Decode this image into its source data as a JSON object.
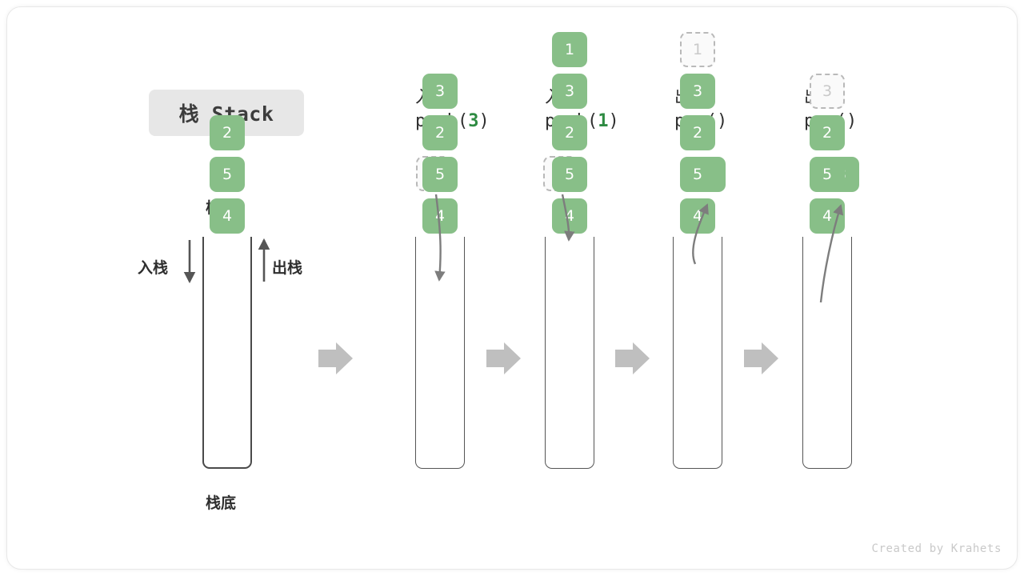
{
  "title": {
    "label": "栈 Stack"
  },
  "legend": {
    "top_label": "栈顶",
    "bottom_label": "栈底",
    "push_label": "入栈",
    "pop_label": "出栈"
  },
  "watermark": {
    "text": "Created by Krahets"
  },
  "colors": {
    "cell_green": "#88bf88",
    "accent_green": "#2e8b42",
    "ghost_border": "#b9b9b9",
    "ghost_text": "#c9c9c9",
    "container_stroke": "#4a4a4a",
    "flow_arrow": "#bfbfbf",
    "title_chip_bg": "#e7e7e7",
    "text": "#2e2e2e"
  },
  "columns": [
    {
      "id": "initial",
      "header_cn": "",
      "header_code": "",
      "header_arg": "",
      "stack": [
        "4",
        "5",
        "2"
      ],
      "ghost_in_stack": null,
      "float_box": null
    },
    {
      "id": "push-3",
      "header_cn": "入栈",
      "header_code_prefix": "push(",
      "header_arg": "3",
      "header_code_suffix": ")",
      "stack": [
        "4",
        "5",
        "2",
        "3"
      ],
      "ghost_in_stack": null,
      "float_box": {
        "value": "3",
        "style": "ghost"
      },
      "arrow": "down-into-stack"
    },
    {
      "id": "push-1",
      "header_cn": "入栈",
      "header_code_prefix": "push(",
      "header_arg": "1",
      "header_code_suffix": ")",
      "stack": [
        "4",
        "5",
        "2",
        "3",
        "1"
      ],
      "ghost_in_stack": null,
      "float_box": {
        "value": "1",
        "style": "ghost"
      },
      "arrow": "down-into-stack"
    },
    {
      "id": "pop-1",
      "header_cn": "出栈",
      "header_code_prefix": "pop(",
      "header_arg": "",
      "header_code_suffix": ")",
      "stack": [
        "4",
        "5",
        "2",
        "3"
      ],
      "ghost_in_stack": "1",
      "float_box": {
        "value": "1",
        "style": "solid"
      },
      "arrow": "up-out-of-stack"
    },
    {
      "id": "pop-3",
      "header_cn": "出栈",
      "header_code_prefix": "pop(",
      "header_arg": "",
      "header_code_suffix": ")",
      "stack": [
        "4",
        "5",
        "2"
      ],
      "ghost_in_stack": "3",
      "float_box": {
        "value": "3",
        "style": "solid"
      },
      "arrow": "up-out-of-stack"
    }
  ],
  "flow_arrows_count": 4
}
